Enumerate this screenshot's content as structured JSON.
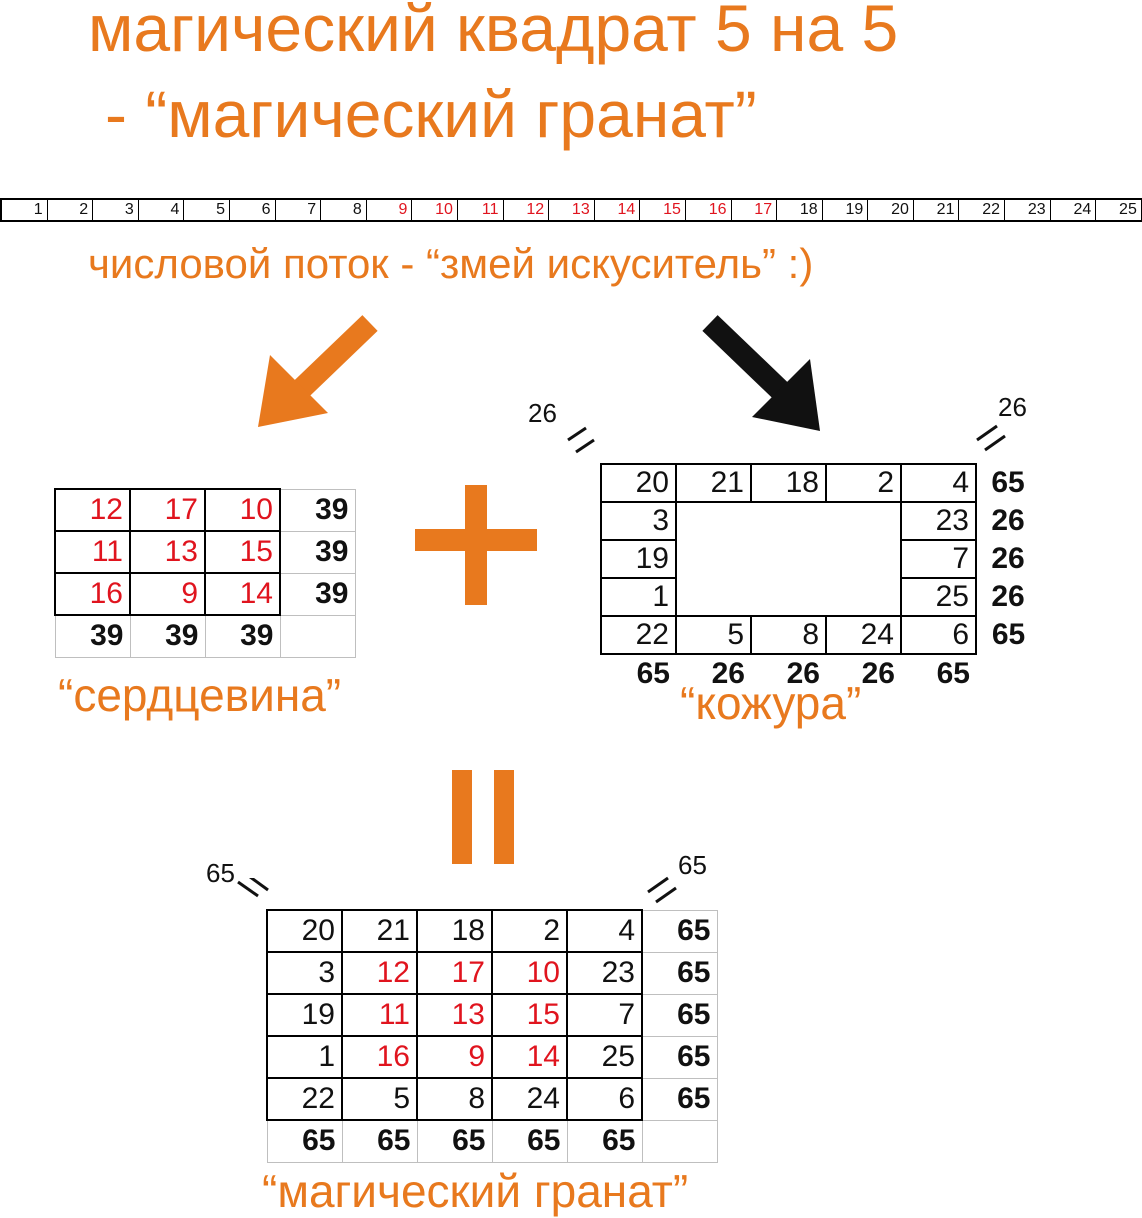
{
  "title_line1": "магический квадрат 5 на 5",
  "title_line2": "- “магический гранат”",
  "stream": {
    "label": "числовой поток  - “змей искуситель” :)",
    "numbers": [
      "1",
      "2",
      "3",
      "4",
      "5",
      "6",
      "7",
      "8",
      "9",
      "10",
      "11",
      "12",
      "13",
      "14",
      "15",
      "16",
      "17",
      "18",
      "19",
      "20",
      "21",
      "22",
      "23",
      "24",
      "25"
    ],
    "red_from": 9,
    "red_to": 17
  },
  "core": {
    "caption": "“сердцевина”",
    "rows": [
      {
        "cells": [
          "12",
          "17",
          "10"
        ],
        "sum": "39"
      },
      {
        "cells": [
          "11",
          "13",
          "15"
        ],
        "sum": "39"
      },
      {
        "cells": [
          "16",
          "9",
          "14"
        ],
        "sum": "39"
      }
    ],
    "col_sums": [
      "39",
      "39",
      "39"
    ]
  },
  "peel": {
    "caption": "“кожура”",
    "diag_left": "26",
    "diag_right": "26",
    "top": [
      "20",
      "21",
      "18",
      "2",
      "4"
    ],
    "left": [
      "3",
      "19",
      "1"
    ],
    "right": [
      "23",
      "7",
      "25"
    ],
    "bottom": [
      "22",
      "5",
      "8",
      "24",
      "6"
    ],
    "row_sums": [
      "65",
      "26",
      "26",
      "26",
      "65"
    ],
    "col_sums": [
      "65",
      "26",
      "26",
      "26",
      "65"
    ]
  },
  "result": {
    "caption": "“магический гранат”",
    "diag_left": "65",
    "diag_right": "65",
    "rows": [
      {
        "cells": [
          "20",
          "21",
          "18",
          "2",
          "4"
        ],
        "sum": "65"
      },
      {
        "cells": [
          "3",
          "12",
          "17",
          "10",
          "23"
        ],
        "sum": "65"
      },
      {
        "cells": [
          "19",
          "11",
          "13",
          "15",
          "7"
        ],
        "sum": "65"
      },
      {
        "cells": [
          "1",
          "16",
          "9",
          "14",
          "25"
        ],
        "sum": "65"
      },
      {
        "cells": [
          "22",
          "5",
          "8",
          "24",
          "6"
        ],
        "sum": "65"
      }
    ],
    "col_sums": [
      "65",
      "65",
      "65",
      "65",
      "65"
    ]
  },
  "colors": {
    "accent": "#e8791e",
    "red": "#e0141e",
    "black": "#111111"
  },
  "icons": [
    "arrow-down-left-icon",
    "arrow-down-right-icon",
    "plus-icon",
    "equals-icon"
  ]
}
